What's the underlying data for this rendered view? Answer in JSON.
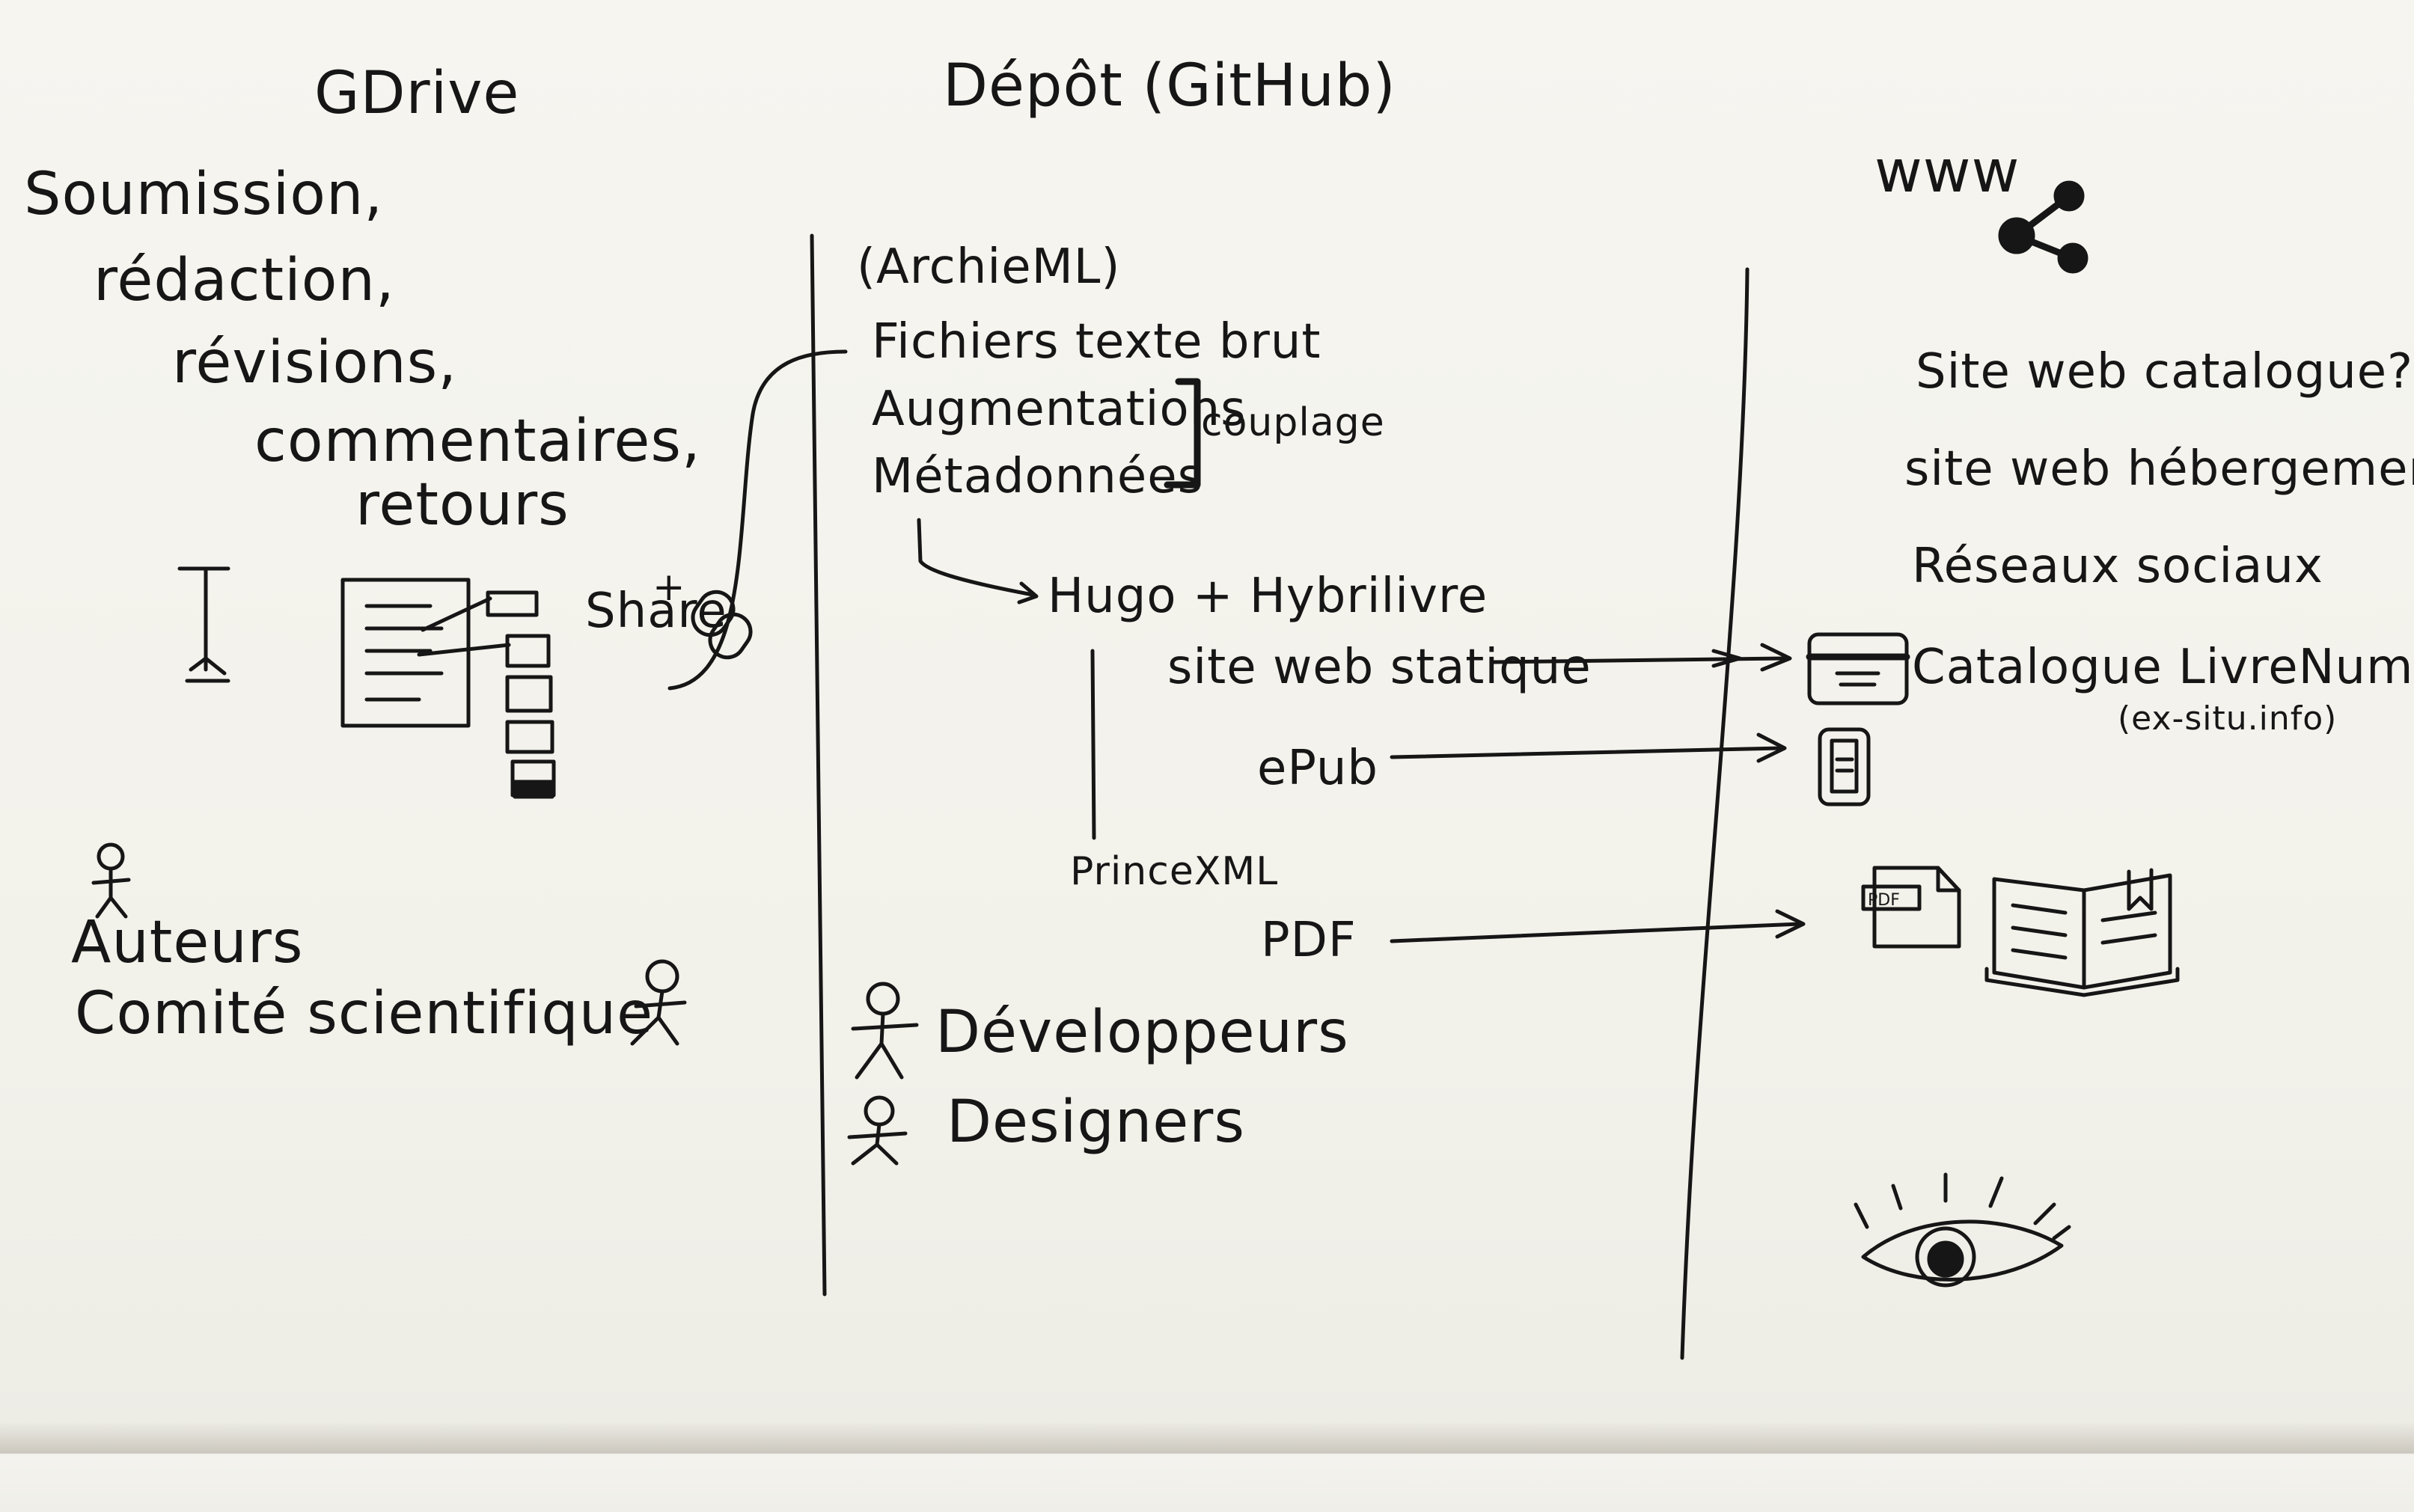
{
  "columns": {
    "gdrive": {
      "title": "GDrive",
      "tasks": [
        "Soumission,",
        "rédaction,",
        "révisions,",
        "commentaires,",
        "retours"
      ],
      "share_label": "Share",
      "share_plus": "+",
      "roles": [
        "Auteurs",
        "Comité scientifique"
      ]
    },
    "depot": {
      "title": "Dépôt (GitHub)",
      "format": "(ArchieML)",
      "files": [
        "Fichiers texte brut",
        "Augmentations",
        "Métadonnées"
      ],
      "bracket_label": "couplage",
      "generator": "Hugo + Hybrilivre",
      "outputs": [
        "site web statique",
        "ePub",
        "PDF"
      ],
      "pdf_tool": "PrinceXML",
      "roles": [
        "Développeurs",
        "Designers"
      ]
    },
    "www": {
      "title": "www",
      "items": [
        "Site web catalogue?",
        "site web hébergement?",
        "Réseaux sociaux"
      ],
      "catalogue": "Catalogue LivreNum",
      "catalogue_sub": "(ex-situ.info)",
      "pdf_badge": "PDF"
    }
  },
  "icons": {
    "cursor": "text-cursor-icon",
    "doc": "document-comments-icon",
    "link": "link-icon",
    "share": "share-icon",
    "person": "person-icon",
    "browser": "browser-window-icon",
    "phone": "mobile-phone-icon",
    "pdf": "pdf-file-icon",
    "book": "open-book-icon",
    "eye": "eye-icon"
  },
  "colors": {
    "ink": "#161616",
    "paper": "#f4f3ee"
  }
}
